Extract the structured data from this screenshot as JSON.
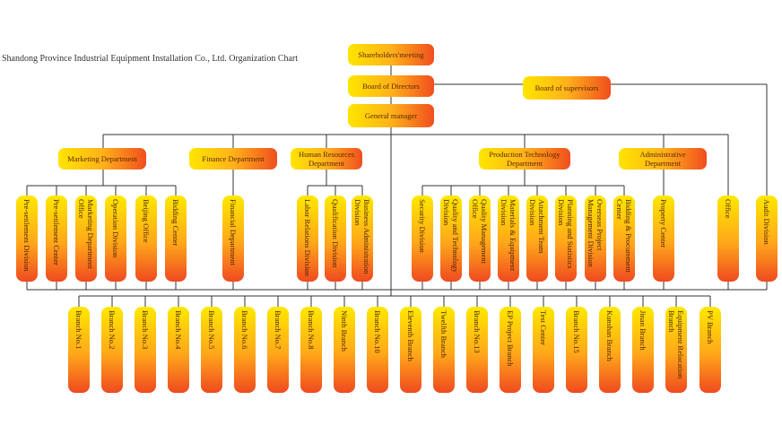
{
  "title": "Shandong Province Industrial Equipment Installation Co., Ltd. Organization Chart",
  "top": {
    "shareholders": "Shareholders'meeting",
    "board": "Board of Directors",
    "supervisors": "Board of supervisors",
    "gm": "General manager"
  },
  "departments": {
    "marketing": "Marketing Department",
    "finance": "Finance Department",
    "hr": "Human Resources Department",
    "production": "Production Technology Department",
    "admin": "Administrative Department"
  },
  "units": {
    "marketing": [
      "Pre-settlement Division",
      "Pre-settlement Center",
      "Marketing Department Office",
      "Operation Division",
      "Beijing Office",
      "Bidding Center"
    ],
    "finance": [
      "Financial Department"
    ],
    "hr": [
      "Labor Relations Division",
      "Qualification Division",
      "Business Administration Division"
    ],
    "production": [
      "Security Division",
      "Quality and Technology Division",
      "Quality Management Office",
      "Materials & Equipment Division",
      "Attachment Team Division",
      "Planning and Statistics Division",
      "Overseas Project Management Division",
      "Bidding & Procurement Center"
    ],
    "admin": [
      "Property Center"
    ],
    "office": "Office",
    "audit": "Audit Division"
  },
  "branches": [
    "Branch No.1",
    "Branch No.2",
    "Branch No.3",
    "Branch No.4",
    "Branch No.5",
    "Branch No.6",
    "Branch No.7",
    "Branch No.8",
    "Ninth Branch",
    "Branch No.10",
    "Eleventh Branch",
    "Twelfth Branch",
    "Branch No.13",
    "EP Project Branch",
    "Test Center",
    "Branch No.15",
    "Kunshan Branch",
    "Jinan Branch",
    "Equipment Relocation Branch",
    "PV Branch"
  ],
  "colors": {
    "gradient_start": "#ffe500",
    "gradient_end": "#f04e1e",
    "line": "#333333"
  }
}
